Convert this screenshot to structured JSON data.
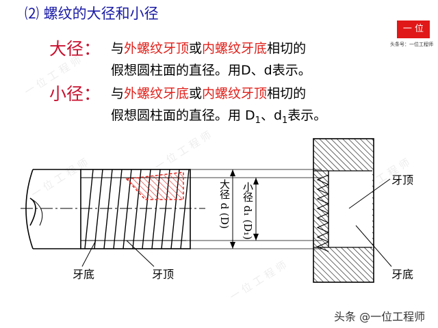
{
  "heading": "⑵ 螺纹的大径和小径",
  "major": {
    "term": "大径：",
    "line1": [
      "与",
      "外螺纹牙顶",
      "或",
      "内螺纹牙底",
      "相切的"
    ],
    "line2": "假想圆柱面的直径。用D、d表示。"
  },
  "minor": {
    "term": "小径：",
    "line1": [
      "与",
      "外螺纹牙底",
      "或",
      "内螺纹牙顶",
      "相切的"
    ],
    "line2_a": "假想圆柱面的直径。用 D",
    "line2_sub1": "1",
    "line2_b": "、d",
    "line2_sub2": "1",
    "line2_c": "表示。"
  },
  "diagram": {
    "label_root_left": "牙底",
    "label_crest_left": "牙顶",
    "label_crest_right": "牙顶",
    "label_root_right": "牙底",
    "major_dim": "大径 d (D)",
    "minor_dim": "小径 d₁ (D₁)"
  },
  "logo": {
    "text": "一 位",
    "subtitle": "头条号：一位工程师"
  },
  "watermark": "一 位 工 程 师",
  "credit": "头条 @一位工程师",
  "colors": {
    "heading": "#1a1aa6",
    "term": "#c8102e",
    "highlight": "#e0201a"
  }
}
